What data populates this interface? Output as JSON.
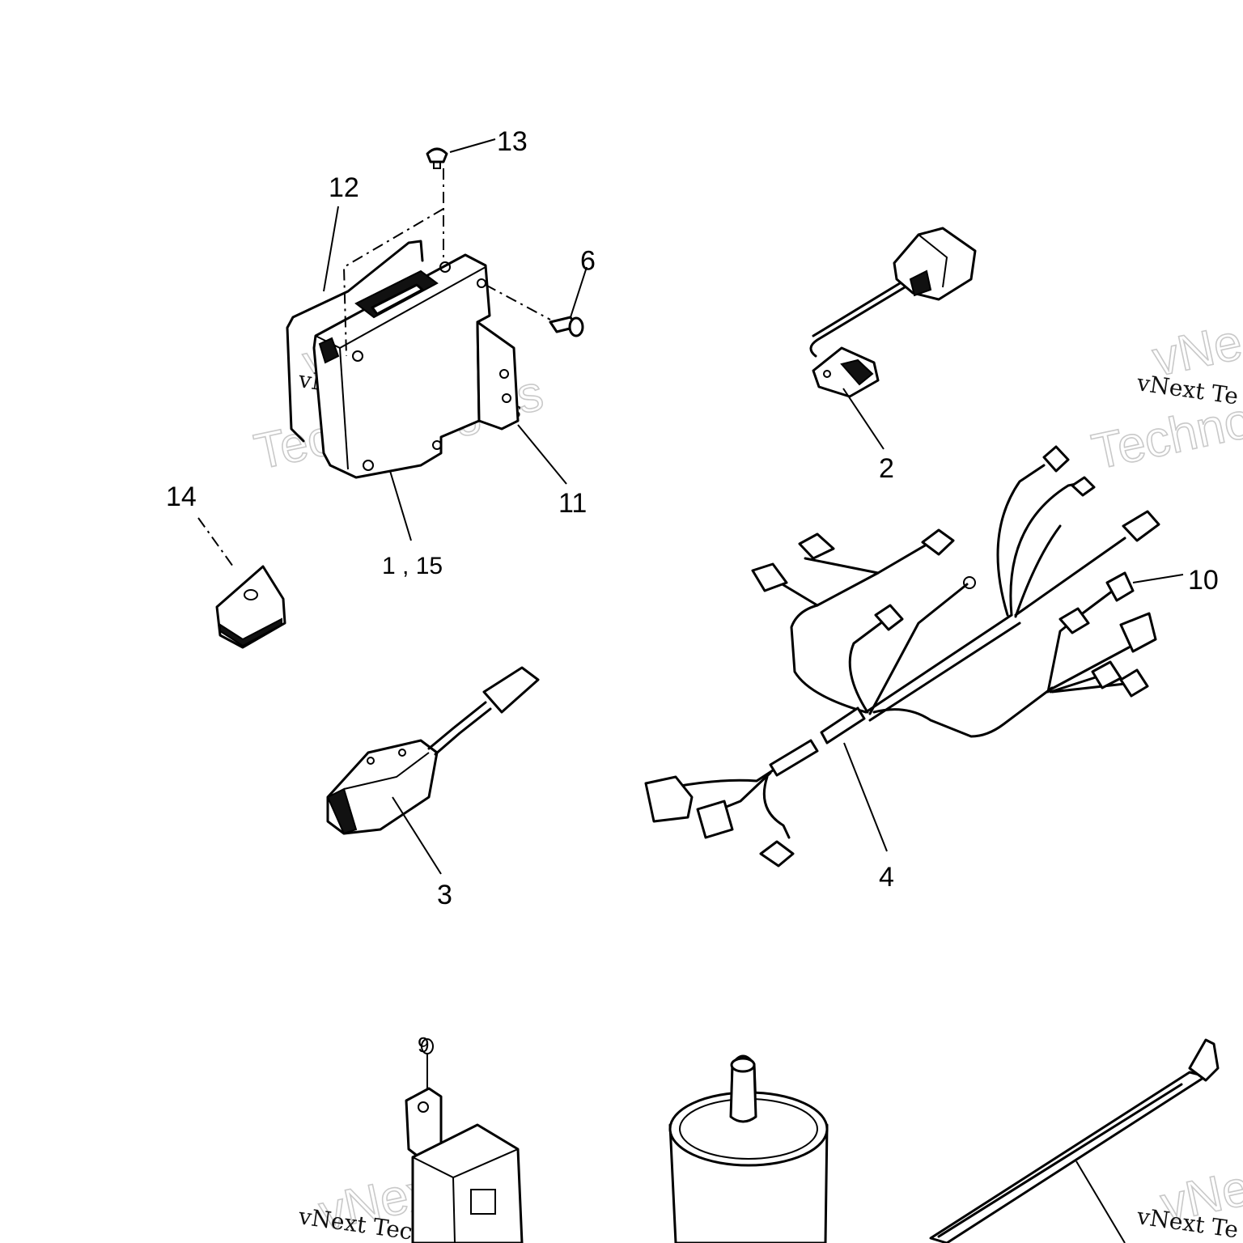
{
  "callouts": {
    "c13": "13",
    "c12": "12",
    "c9a": "9",
    "c2": "2",
    "c11": "11",
    "c14": "14",
    "c1_15": "1 , 15",
    "c10": "10",
    "c3": "3",
    "c4": "4",
    "c9b": "9"
  },
  "watermark": {
    "line1": "vNext",
    "line2": "Technologies",
    "small": "vNext Technologies",
    "partial_small": "vNext Te",
    "partial_big1": "vNe",
    "partial_big2": "Technolo"
  }
}
